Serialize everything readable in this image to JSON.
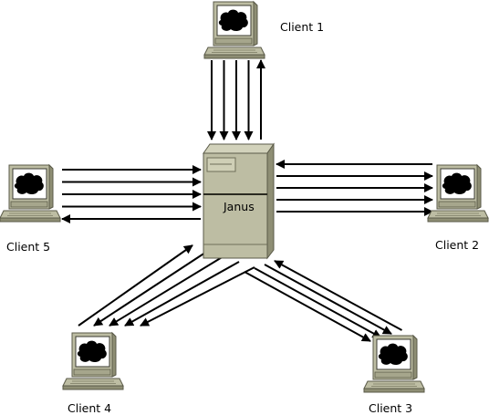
{
  "server": {
    "label": "Janus"
  },
  "clients": [
    {
      "id": "client-1",
      "label": "Client 1"
    },
    {
      "id": "client-2",
      "label": "Client 2"
    },
    {
      "id": "client-3",
      "label": "Client 3"
    },
    {
      "id": "client-4",
      "label": "Client 4"
    },
    {
      "id": "client-5",
      "label": "Client 5"
    }
  ],
  "connections": [
    {
      "client": "client-1",
      "to_client": 1,
      "to_server": 4
    },
    {
      "client": "client-2",
      "to_client": 4,
      "to_server": 1
    },
    {
      "client": "client-3",
      "to_client": 3,
      "to_server": 1
    },
    {
      "client": "client-4",
      "to_client": 4,
      "to_server": 1
    },
    {
      "client": "client-5",
      "to_client": 1,
      "to_server": 4
    }
  ],
  "colors": {
    "case": "#bdbda3",
    "case_dark": "#8e8e74",
    "screen": "#ffffff",
    "blob": "#000000",
    "arrow": "#000000"
  }
}
